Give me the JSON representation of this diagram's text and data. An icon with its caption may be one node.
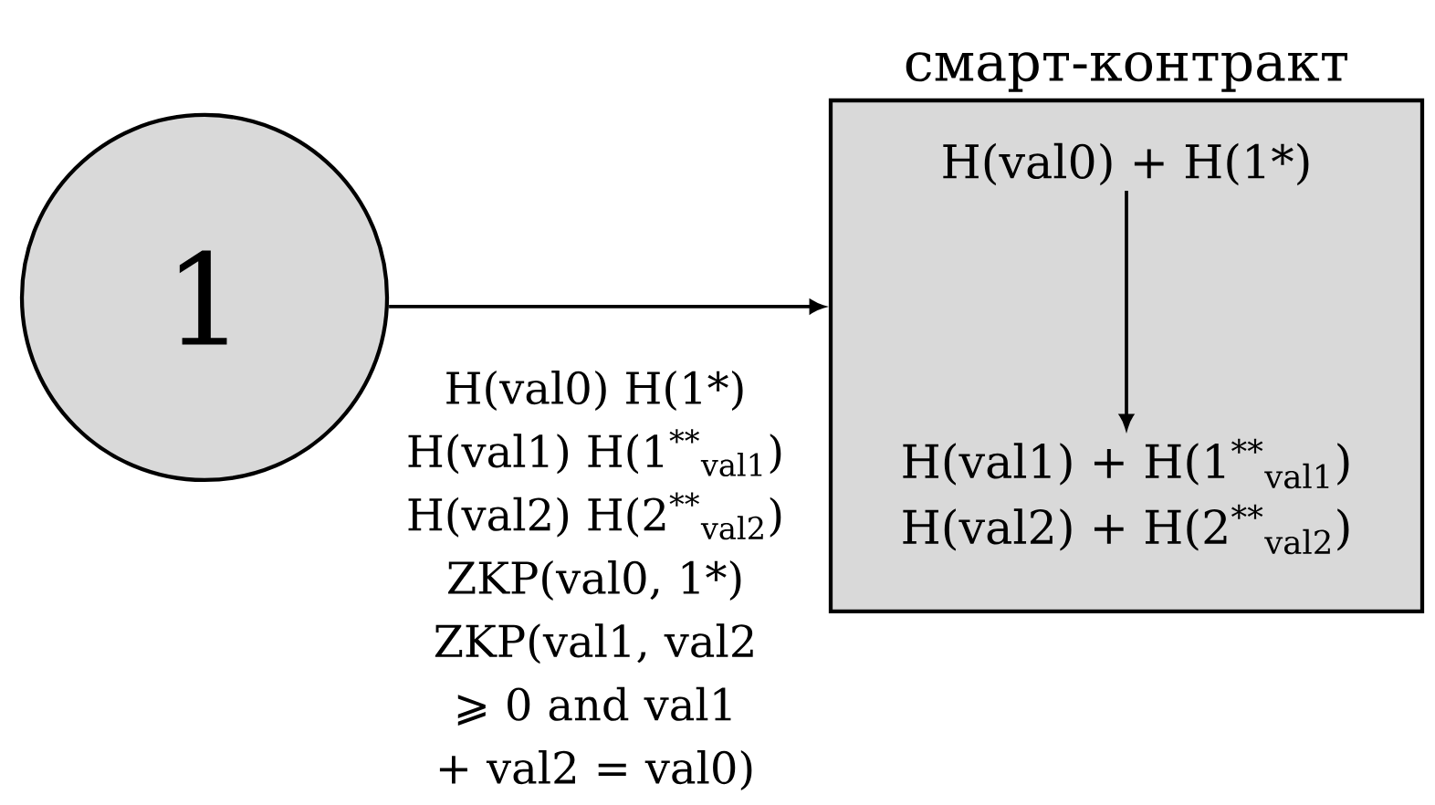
{
  "diagram": {
    "nodes": [
      {
        "text": [
          "1"
        ]
      },
      {
        "text": [
          "смарт-контракт"
        ]
      },
      {
        "text": [
          "H(val0) + H(1*)"
        ],
        "in": 1
      },
      {
        "text": [
          "H(val1) + H(1$^{**}$$_{val1}$)",
          "H(val2) + H(2$^{**}$$_{val2}$)"
        ],
        "in": 1
      }
    ],
    "edges": [
      {
        "from": 0,
        "to": 1,
        "arrow": "to",
        "label": "H(val0) H(1*) H(val1) H(1$^{**}$$_{val1}$) H(val2) H(2$^{**}$$_{val2}$) ZKP(val0, 1*) ZKP(val1, val2 ⩾ 0 and val1 + val2 = val0)"
      },
      {
        "from": 2,
        "to": 3,
        "arrow": "to"
      }
    ]
  }
}
